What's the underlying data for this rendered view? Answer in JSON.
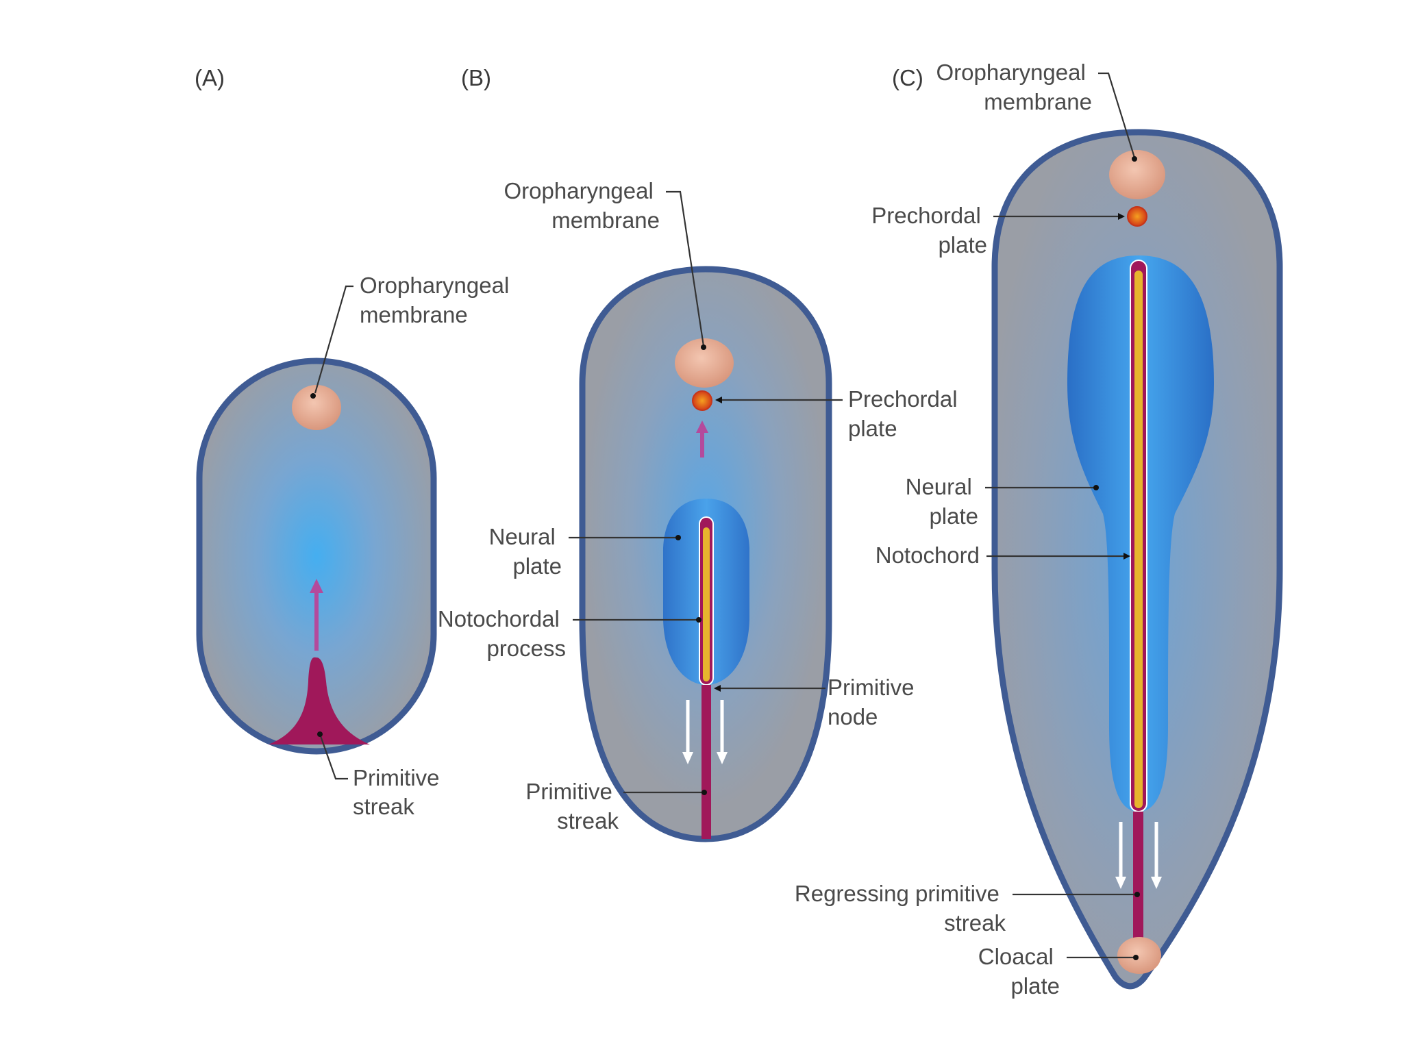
{
  "panels": {
    "a": {
      "letter": "(A)",
      "oropharyngeal_membrane": [
        "Oropharyngeal",
        "membrane"
      ],
      "primitive_streak": [
        "Primitive",
        "streak"
      ]
    },
    "b": {
      "letter": "(B)",
      "oropharyngeal_membrane": [
        "Oropharyngeal",
        "membrane"
      ],
      "prechordal_plate": [
        "Prechordal",
        "plate"
      ],
      "neural_plate": [
        "Neural",
        "plate"
      ],
      "notochordal_process": [
        "Notochordal",
        "process"
      ],
      "primitive_node": [
        "Primitive",
        "node"
      ],
      "primitive_streak": [
        "Primitive",
        "streak"
      ]
    },
    "c": {
      "letter": "(C)",
      "oropharyngeal_membrane": [
        "Oropharyngeal",
        "membrane"
      ],
      "prechordal_plate": [
        "Prechordal",
        "plate"
      ],
      "neural_plate": [
        "Neural",
        "plate"
      ],
      "notochord": "Notochord",
      "regressing_primitive_streak": [
        "Regressing primitive",
        "streak"
      ],
      "cloacal_plate": [
        "Cloacal",
        "plate"
      ]
    }
  },
  "colors": {
    "embryo_fill": "#9a9ea6",
    "embryo_outline": "#3f5b93",
    "neural_plate": "#3c8fe0",
    "membrane": "#e6ad94",
    "prechordal": "#e2531e",
    "streak": "#a0185a",
    "notochord": "#e7b52e",
    "arrow_magenta": "#b44a9c"
  }
}
